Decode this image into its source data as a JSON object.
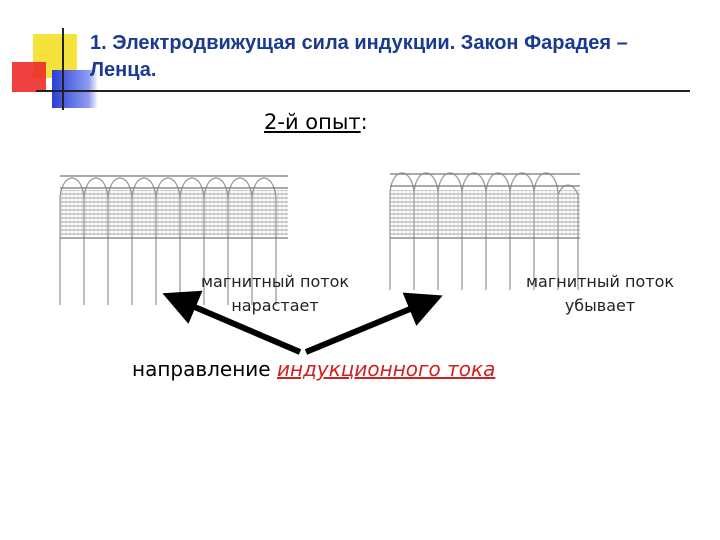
{
  "title": "1. Электродвижущая сила индукции. Закон Фарадея – Ленца.",
  "experiment": {
    "label": "2-й опыт",
    "colon": ":"
  },
  "left_coil": {
    "caption_line1": "магнитный поток",
    "caption_line2": "нарастает"
  },
  "right_coil": {
    "caption_line1": "магнитный поток",
    "caption_line2": "убывает"
  },
  "current_direction": {
    "prefix": "направление ",
    "highlight": "индукционного тока"
  },
  "colors": {
    "title": "#1a3a8f",
    "highlight": "#d12020",
    "logo_yellow": "#f5e23a",
    "logo_red": "#ee2b2b",
    "logo_blue": "#2a3fd6"
  }
}
